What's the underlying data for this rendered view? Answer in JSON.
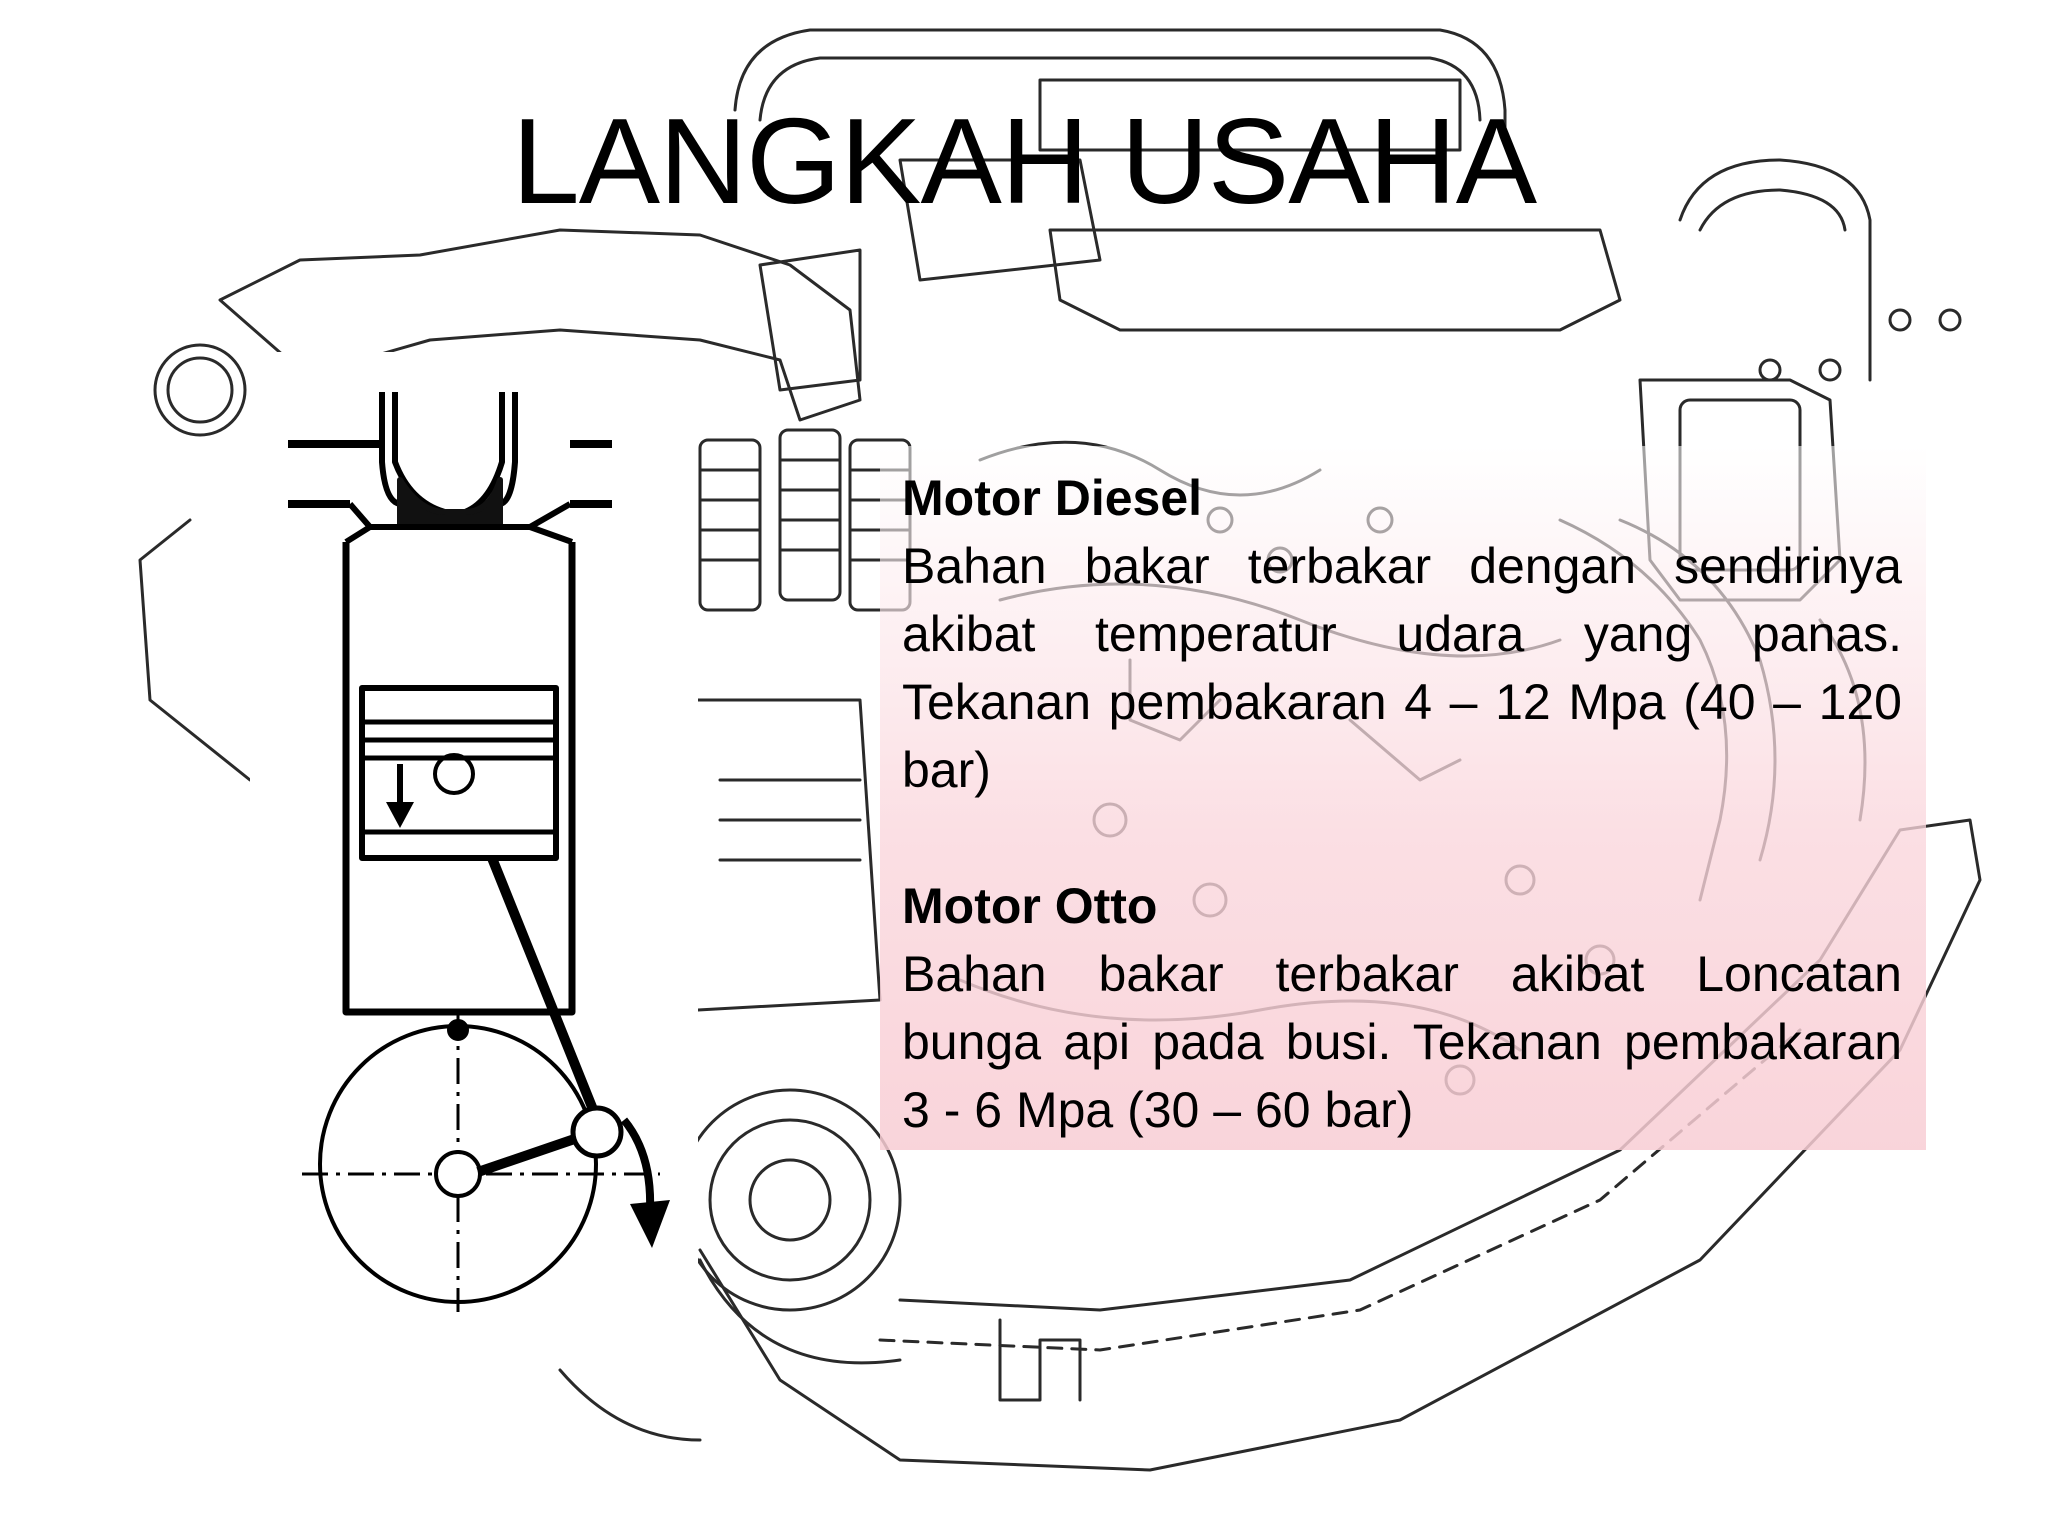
{
  "slide": {
    "title": "LANGKAH USAHA",
    "sections": [
      {
        "heading": "Motor Diesel",
        "body": "Bahan bakar terbakar dengan sendirinya akibat temperatur udara yang panas. Tekanan pembakaran 4 – 12 Mpa  (40 – 120 bar)"
      },
      {
        "heading": "Motor Otto",
        "body": "Bahan bakar terbakar akibat Loncatan bunga api pada busi. Tekanan pembakaran     3 - 6 Mpa (30 – 60 bar)"
      }
    ]
  },
  "colors": {
    "text": "#000000",
    "text_box_tint": "#f8cdd4",
    "line_art": "#222222"
  },
  "icons": [
    "engine-cutaway-illustration",
    "piston-stroke-diagram",
    "down-arrow-icon",
    "rotation-arrow-icon"
  ]
}
